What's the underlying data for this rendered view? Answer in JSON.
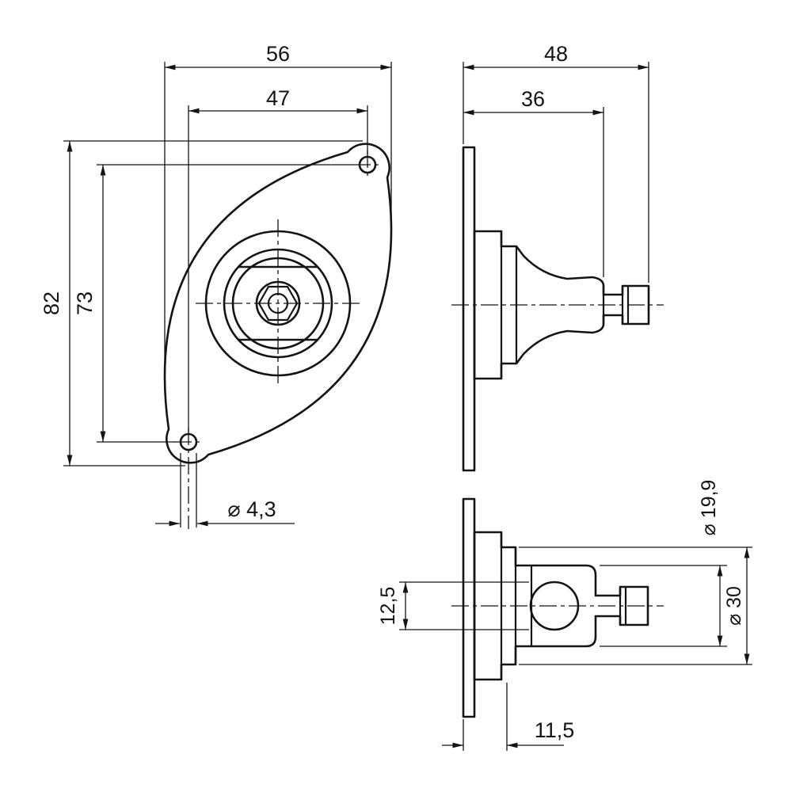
{
  "drawing": {
    "front_view": {
      "dim_width": "56",
      "dim_hole_pitch_x": "47",
      "dim_height": "82",
      "dim_hole_pitch_y": "73",
      "dim_hole_diameter": "⌀ 4,3"
    },
    "side_view": {
      "dim_depth_total": "48",
      "dim_depth_to_face": "36"
    },
    "section_view": {
      "dim_ball_width": "12,5",
      "dim_socket_diameter": "⌀ 19,9",
      "dim_collar_diameter": "⌀ 30",
      "dim_plate_offset": "11,5"
    }
  }
}
